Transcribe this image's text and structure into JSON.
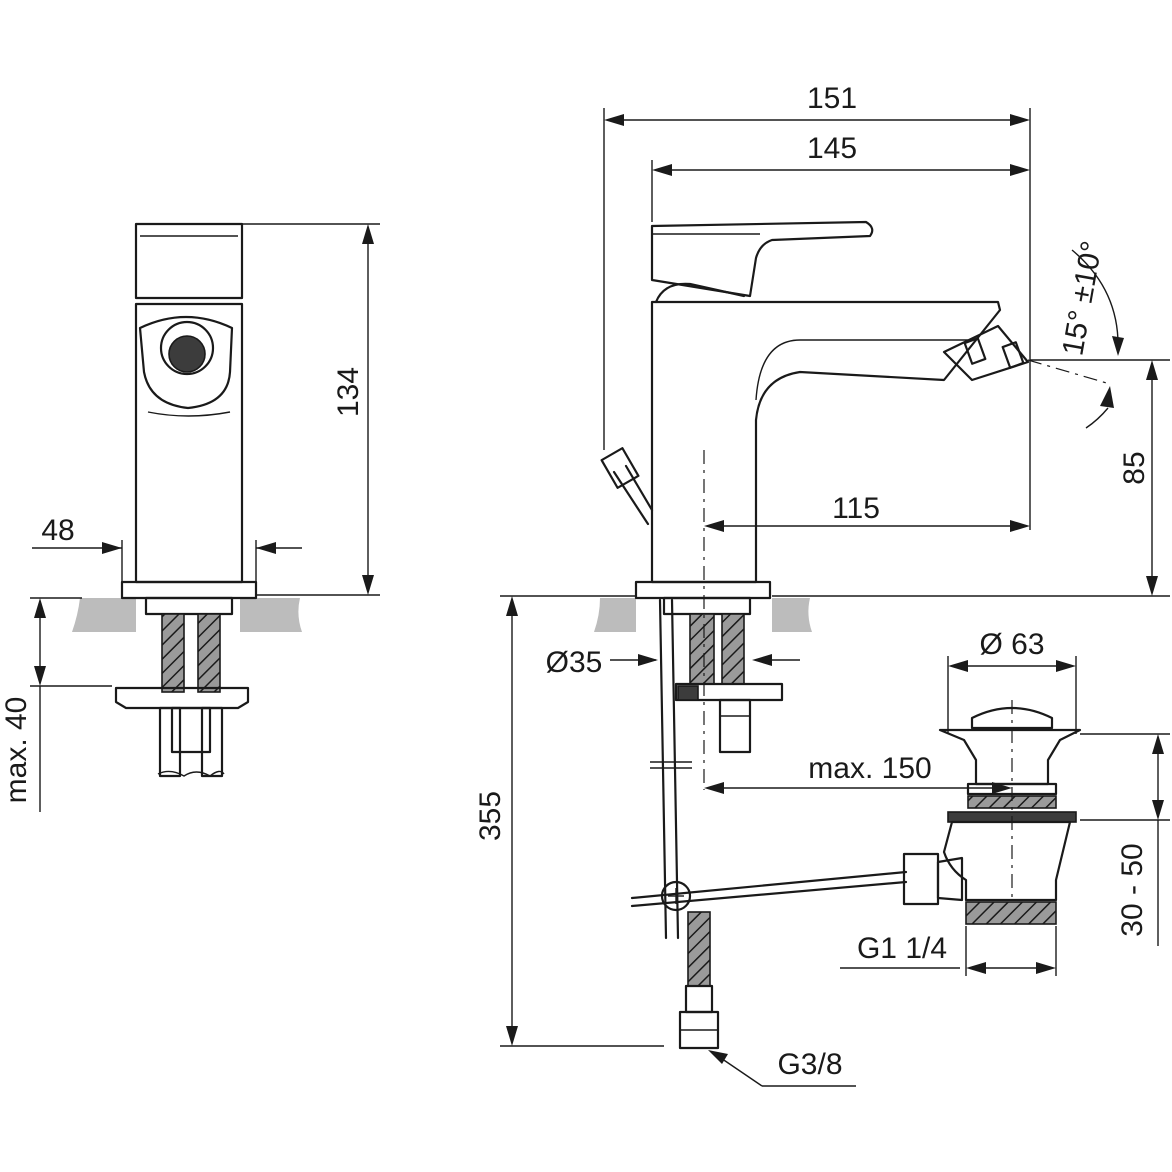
{
  "dimensions": {
    "total_length": "151",
    "spout_length": "145",
    "spout_reach": "115",
    "height": "134",
    "spout_height": "85",
    "body_width": "48",
    "max_panel": "max. 40",
    "overall_depth": "355",
    "tail_diameter": "Ø35",
    "waste_diameter": "Ø 63",
    "max_distance": "max. 150",
    "waste_adjust": "30 - 50",
    "waste_thread": "G1 1/4",
    "supply_thread": "G3/8",
    "angle": "15° ±10°"
  }
}
